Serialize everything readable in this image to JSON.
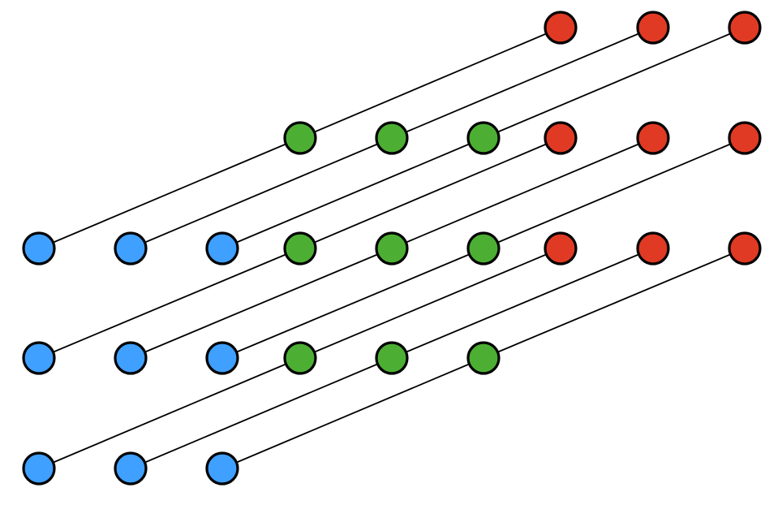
{
  "diagram": {
    "colors": {
      "blue": "#3FA0FF",
      "green": "#4CAF33",
      "red": "#E03A24",
      "stroke": "#000000",
      "background": "#FFFFFF"
    },
    "groups": {
      "blue": {
        "rows": [
          3,
          4,
          5
        ],
        "cols": [
          1,
          2,
          3
        ]
      },
      "green": {
        "rows": [
          2,
          3,
          4
        ],
        "cols": [
          1,
          2,
          3
        ]
      },
      "red": {
        "rows": [
          1,
          2,
          3
        ],
        "cols": [
          1,
          2,
          3
        ]
      }
    },
    "chains": [
      {
        "row": 3,
        "col": 1
      },
      {
        "row": 3,
        "col": 2
      },
      {
        "row": 3,
        "col": 3
      },
      {
        "row": 4,
        "col": 1
      },
      {
        "row": 4,
        "col": 2
      },
      {
        "row": 4,
        "col": 3
      },
      {
        "row": 5,
        "col": 1
      },
      {
        "row": 5,
        "col": 2
      },
      {
        "row": 5,
        "col": 3
      }
    ]
  }
}
